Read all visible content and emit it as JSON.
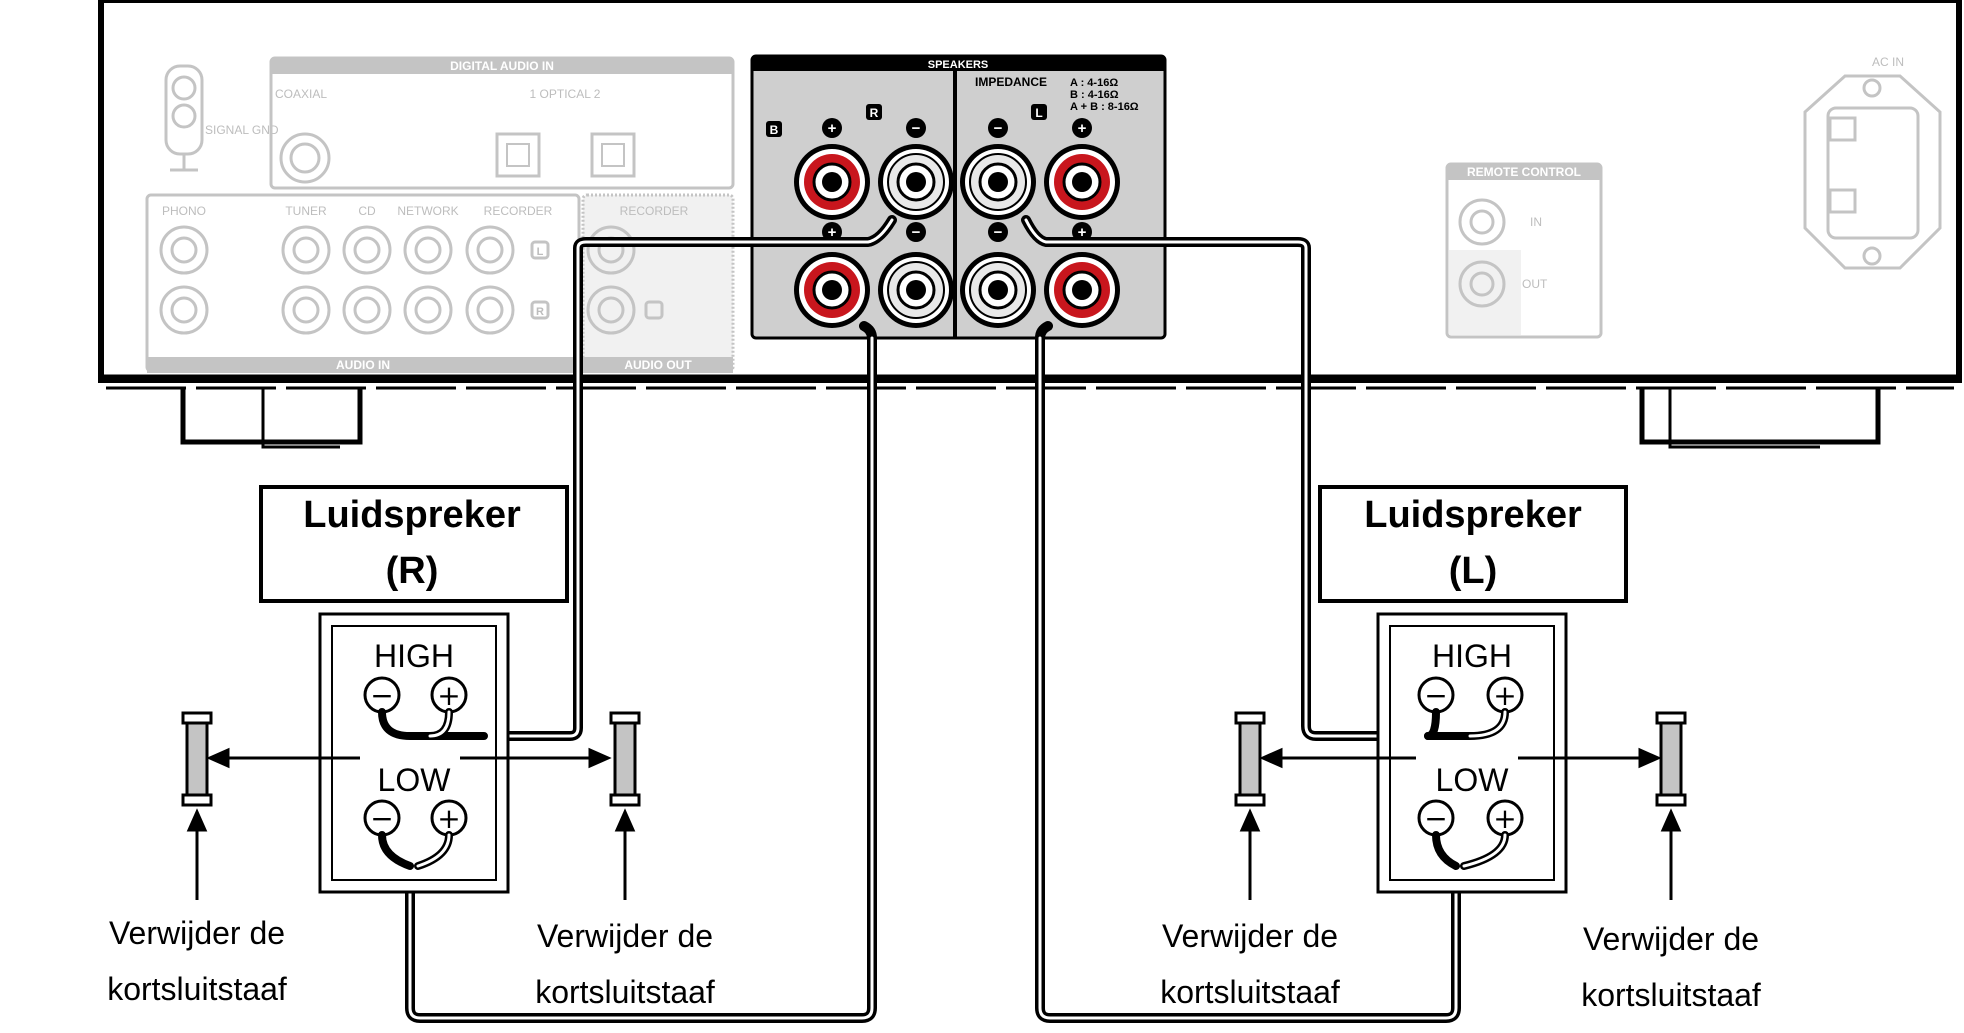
{
  "panel": {
    "signal_gnd": "SIGNAL GND",
    "digital_audio_in": "DIGITAL AUDIO IN",
    "coaxial": "COAXIAL",
    "optical": "1  OPTICAL  2",
    "inputs": [
      "PHONO",
      "TUNER",
      "CD",
      "NETWORK",
      "RECORDER"
    ],
    "recorder_out": "RECORDER",
    "audio_in": "AUDIO IN",
    "audio_out": "AUDIO OUT",
    "speakers": "SPEAKERS",
    "impedance": "IMPEDANCE",
    "impedance_a": "A       : 4-16Ω",
    "impedance_b": "B       : 4-16Ω",
    "impedance_ab": "A + B : 8-16Ω",
    "badge_b": "B",
    "badge_r": "R",
    "badge_l": "L",
    "remote_control": "REMOTE CONTROL",
    "remote_in": "IN",
    "remote_out": "OUT",
    "ac_in": "AC IN",
    "ch_l": "L",
    "ch_r": "R"
  },
  "speaker_right": {
    "title_line1": "Luidspreker",
    "title_line2": "(R)",
    "high": "HIGH",
    "low": "LOW"
  },
  "speaker_left": {
    "title_line1": "Luidspreker",
    "title_line2": "(L)",
    "high": "HIGH",
    "low": "LOW"
  },
  "callouts": {
    "line1": "Verwijder de",
    "line2": "kortsluitstaaf"
  },
  "symbols": {
    "plus": "+",
    "minus": "−"
  }
}
